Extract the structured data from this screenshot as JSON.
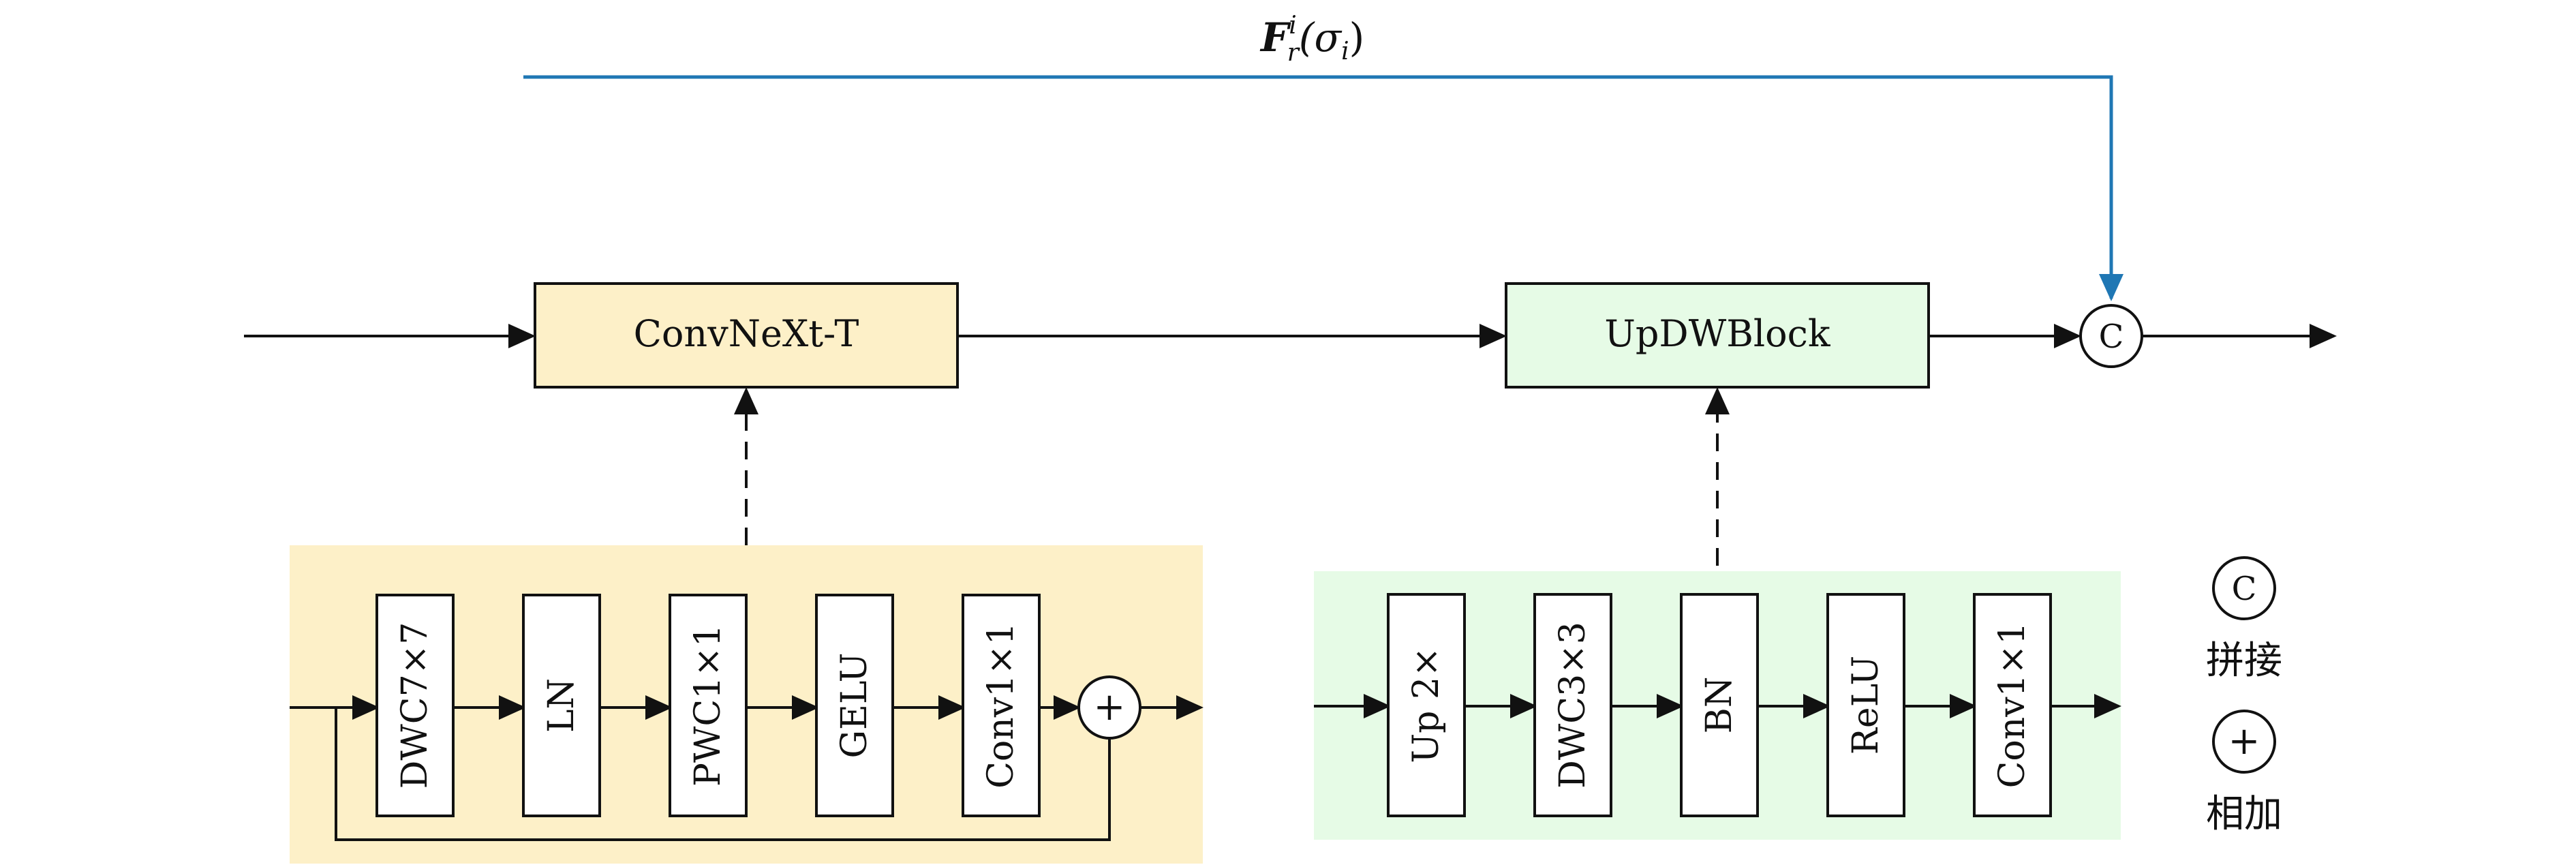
{
  "colors": {
    "convnext_fill": "#fdf0c8",
    "updw_fill": "#e6fbe6",
    "skip_line": "#1f77b4",
    "stroke": "#111111"
  },
  "skip": {
    "label_main": "F",
    "label_sup": "i",
    "label_sub": "r",
    "label_arg": "(σ",
    "label_arg_sub": "i",
    "label_close": ")"
  },
  "main": {
    "convnext_label": "ConvNeXt-T",
    "updw_label": "UpDWBlock",
    "concat_symbol": "C"
  },
  "convnext_detail": {
    "blocks": [
      "DWC7×7",
      "LN",
      "PWC1×1",
      "GELU",
      "Conv1×1"
    ],
    "add_symbol": "+"
  },
  "updw_detail": {
    "blocks": [
      "Up 2×",
      "DWC3×3",
      "BN",
      "ReLU",
      "Conv1×1"
    ]
  },
  "legend": {
    "concat_symbol": "C",
    "concat_label": "拼接",
    "add_symbol": "+",
    "add_label": "相加"
  }
}
